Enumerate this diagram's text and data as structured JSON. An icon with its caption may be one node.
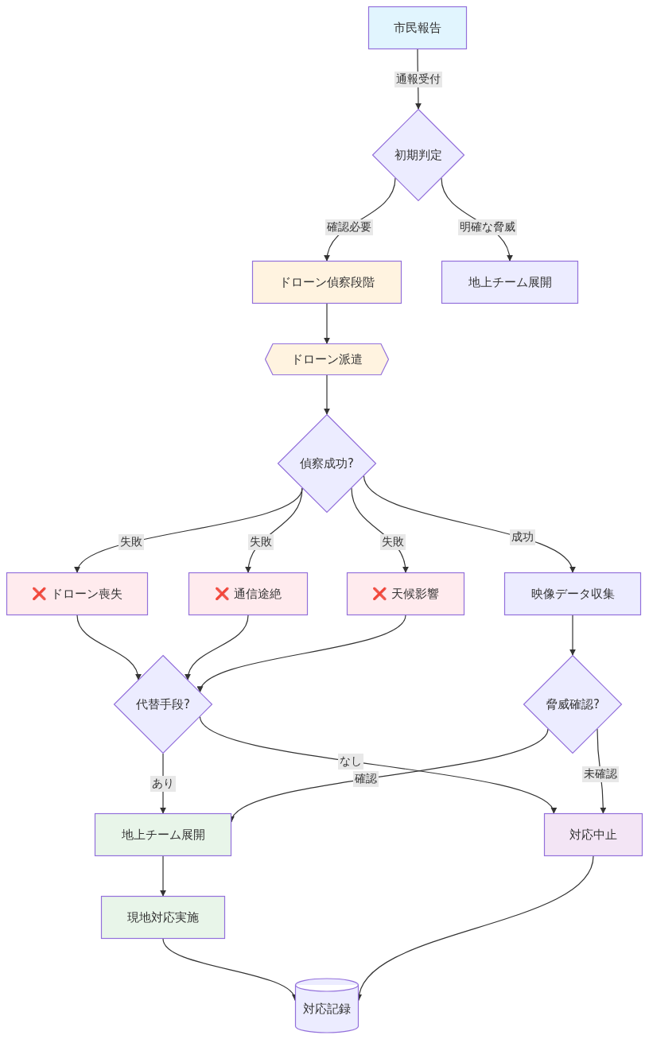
{
  "diagram": {
    "nodes": [
      {
        "text": [
          "市民報告"
        ]
      },
      {
        "text": [
          "初期判定"
        ]
      },
      {
        "text": [
          "ドローン偵察段階"
        ]
      },
      {
        "text": [
          "地上チーム展開"
        ]
      },
      {
        "text": [
          "ドローン派遣"
        ]
      },
      {
        "text": [
          "偵察成功?"
        ]
      },
      {
        "text": [
          "❌ ドローン喪失"
        ]
      },
      {
        "text": [
          "❌ 通信途絶"
        ]
      },
      {
        "text": [
          "❌ 天候影響"
        ]
      },
      {
        "text": [
          "映像データ収集"
        ]
      },
      {
        "text": [
          "代替手段?"
        ]
      },
      {
        "text": [
          "脅威確認?"
        ]
      },
      {
        "text": [
          "地上チーム展開"
        ]
      },
      {
        "text": [
          "対応中止"
        ]
      },
      {
        "text": [
          "現地対応実施"
        ]
      },
      {
        "text": [
          "対応記録"
        ]
      }
    ],
    "edges": [
      {
        "from": 0,
        "to": 1,
        "arrow": "to",
        "label": "通報受付"
      },
      {
        "from": 1,
        "to": 2,
        "arrow": "to",
        "label": "確認必要"
      },
      {
        "from": 1,
        "to": 3,
        "arrow": "to",
        "label": "明確な脅威"
      },
      {
        "from": 2,
        "to": 4,
        "arrow": "to"
      },
      {
        "from": 4,
        "to": 5,
        "arrow": "to"
      },
      {
        "from": 5,
        "to": 6,
        "arrow": "to",
        "label": "失敗"
      },
      {
        "from": 5,
        "to": 7,
        "arrow": "to",
        "label": "失敗"
      },
      {
        "from": 5,
        "to": 8,
        "arrow": "to",
        "label": "失敗"
      },
      {
        "from": 5,
        "to": 9,
        "arrow": "to",
        "label": "成功"
      },
      {
        "from": 9,
        "to": 11,
        "arrow": "to"
      },
      {
        "from": 6,
        "to": 10,
        "arrow": "to"
      },
      {
        "from": 7,
        "to": 10,
        "arrow": "to"
      },
      {
        "from": 8,
        "to": 10,
        "arrow": "to"
      },
      {
        "from": 10,
        "to": 12,
        "arrow": "to",
        "label": "あり"
      },
      {
        "from": 10,
        "to": 13,
        "arrow": "to",
        "label": "なし"
      },
      {
        "from": 11,
        "to": 12,
        "arrow": "to",
        "label": "確認"
      },
      {
        "from": 11,
        "to": 13,
        "arrow": "to",
        "label": "未確認"
      },
      {
        "from": 12,
        "to": 14,
        "arrow": "to"
      },
      {
        "from": 14,
        "to": 15,
        "arrow": "to"
      },
      {
        "from": 13,
        "to": 15,
        "arrow": "to"
      }
    ]
  }
}
